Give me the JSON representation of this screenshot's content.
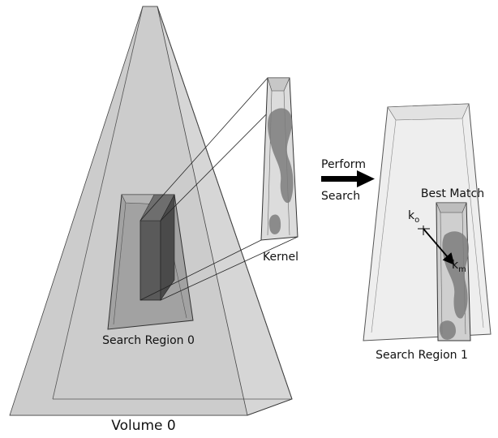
{
  "labels": {
    "volume": "Volume 0",
    "search_region_0": "Search Region 0",
    "kernel": "Kernel",
    "perform": "Perform",
    "search": "Search",
    "best_match": "Best Match",
    "search_region_1": "Search Region 1",
    "k_o": "k",
    "k_o_sub": "o",
    "k_m": "k",
    "k_m_sub": "m"
  },
  "colors": {
    "volume_fill": "#d9d9d9",
    "region_fill": "#a6a6a6",
    "kernel_fill": "#5a5a5a",
    "blob": "#7d7d7d",
    "arrow": "#000000"
  }
}
